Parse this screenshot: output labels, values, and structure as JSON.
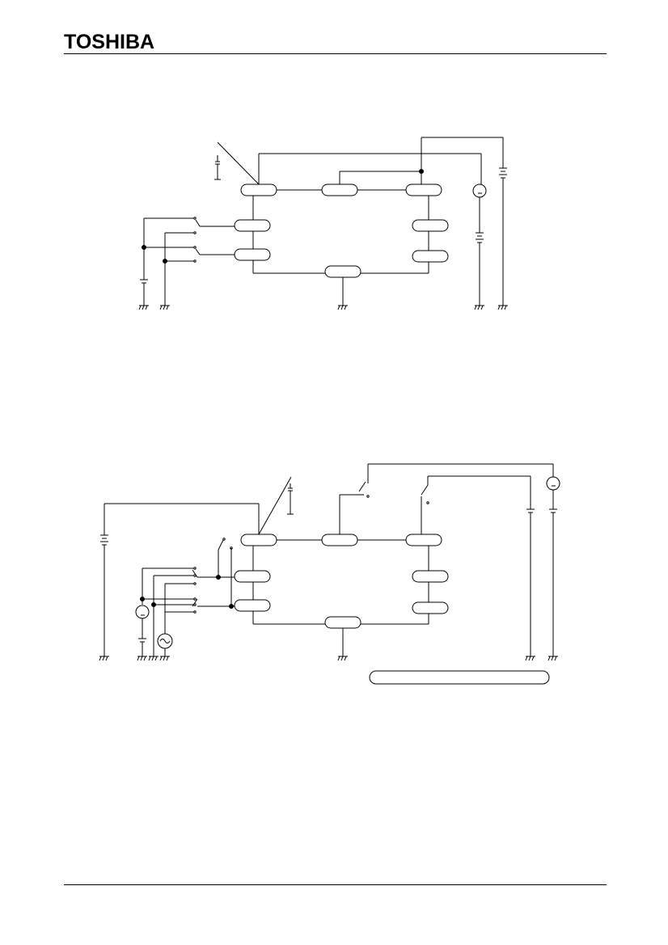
{
  "header": {
    "brand": "TOSHIBA"
  },
  "figures": [
    {
      "id": "circuit-1"
    },
    {
      "id": "circuit-2"
    }
  ],
  "colors": {
    "ink": "#000000",
    "paper": "#ffffff"
  }
}
